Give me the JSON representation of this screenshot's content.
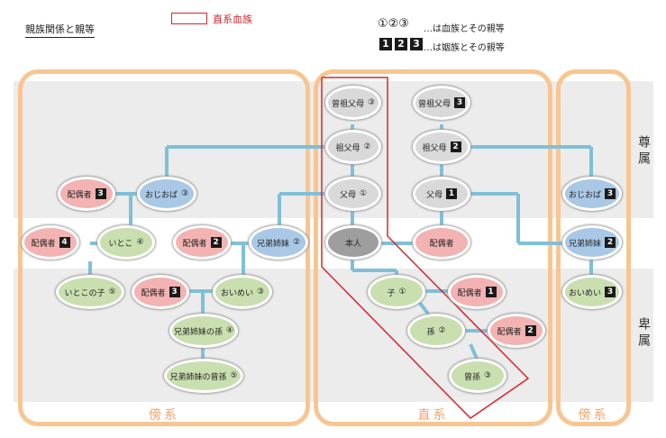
{
  "title": "親族関係と親等",
  "legend": {
    "direct_line": "直系血族",
    "blood_marks": "①②③",
    "blood_text": "…は血族とその親等",
    "inlaw_marks": [
      "1",
      "2",
      "3"
    ],
    "inlaw_text": "…は姻族とその親等"
  },
  "side_labels": {
    "ascendant": "尊属",
    "descendant": "卑属"
  },
  "panel_labels": {
    "left": "傍系",
    "middle": "直系",
    "right": "傍系"
  },
  "nodes": {
    "great_grandparents": {
      "label": "曾祖父母",
      "deg": "③"
    },
    "grandparents": {
      "label": "祖父母",
      "deg": "②"
    },
    "parents": {
      "label": "父母",
      "deg": "①"
    },
    "self": {
      "label": "本人"
    },
    "child": {
      "label": "子",
      "deg": "①"
    },
    "grandchild": {
      "label": "孫",
      "deg": "②"
    },
    "great_grandchild": {
      "label": "曾孫",
      "deg": "③"
    },
    "spouse_great_grandparents": {
      "label": "曾祖父母",
      "deg": "3"
    },
    "spouse_grandparents": {
      "label": "祖父母",
      "deg": "2"
    },
    "spouse_parents": {
      "label": "父母",
      "deg": "1"
    },
    "spouse": {
      "label": "配偶者"
    },
    "child_spouse": {
      "label": "配偶者",
      "deg": "1"
    },
    "grandchild_spouse": {
      "label": "配偶者",
      "deg": "2"
    },
    "uncle_aunt": {
      "label": "おじおば",
      "deg": "③"
    },
    "uncle_spouse": {
      "label": "配偶者",
      "deg": "3"
    },
    "cousin": {
      "label": "いとこ",
      "deg": "④"
    },
    "cousin_spouse": {
      "label": "配偶者",
      "deg": "4"
    },
    "cousin_child": {
      "label": "いとこの子",
      "deg": "⑤"
    },
    "sibling": {
      "label": "兄弟姉妹",
      "deg": "②"
    },
    "sibling_spouse": {
      "label": "配偶者",
      "deg": "2"
    },
    "nephew_niece": {
      "label": "おいめい",
      "deg": "③"
    },
    "nephew_spouse": {
      "label": "配偶者",
      "deg": "3"
    },
    "sibling_grandchild": {
      "label": "兄弟姉妹の孫",
      "deg": "④"
    },
    "sibling_great_grandchild": {
      "label": "兄弟姉妹の曾孫",
      "deg": "⑤"
    },
    "spouse_uncle_aunt": {
      "label": "おじおば",
      "deg": "3"
    },
    "spouse_sibling": {
      "label": "兄弟姉妹",
      "deg": "2"
    },
    "spouse_nephew_niece": {
      "label": "おいめい",
      "deg": "3"
    }
  }
}
